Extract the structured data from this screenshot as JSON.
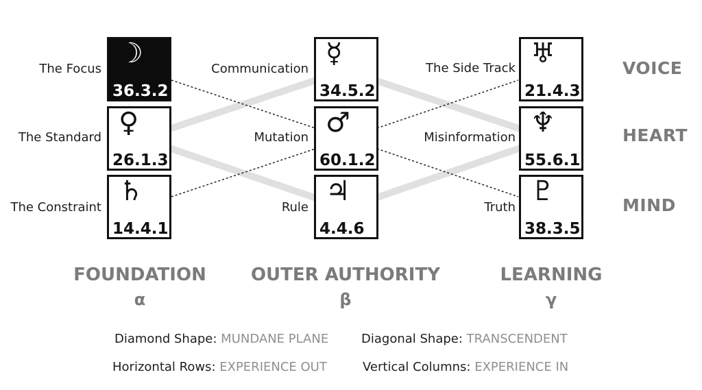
{
  "boxes": [
    {
      "id": "b11",
      "glyph": "☽",
      "number": "36.3.2",
      "label": "The Focus",
      "highlight": true
    },
    {
      "id": "b12",
      "glyph": "♀",
      "number": "26.1.3",
      "label": "The Standard",
      "highlight": false
    },
    {
      "id": "b13",
      "glyph": "♄",
      "number": "14.4.1",
      "label": "The Constraint",
      "highlight": false
    },
    {
      "id": "b21",
      "glyph": "☿",
      "number": "34.5.2",
      "label": "Communication",
      "highlight": false
    },
    {
      "id": "b22",
      "glyph": "♂",
      "number": "60.1.2",
      "label": "Mutation",
      "highlight": false
    },
    {
      "id": "b23",
      "glyph": "♃",
      "number": "4.4.6",
      "label": "Rule",
      "highlight": false
    },
    {
      "id": "b31",
      "glyph": "♅",
      "number": "21.4.3",
      "label": "The Side Track",
      "highlight": false
    },
    {
      "id": "b32",
      "glyph": "♆",
      "number": "55.6.1",
      "label": "Misinformation",
      "highlight": false
    },
    {
      "id": "b33",
      "glyph": "♇",
      "number": "38.3.5",
      "label": "Truth",
      "highlight": false
    }
  ],
  "rows": [
    "VOICE",
    "HEART",
    "MIND"
  ],
  "columns": [
    {
      "title": "FOUNDATION",
      "symbol": "α"
    },
    {
      "title": "OUTER AUTHORITY",
      "symbol": "β"
    },
    {
      "title": "LEARNING",
      "symbol": "γ"
    }
  ],
  "legend": [
    {
      "key": "Diamond Shape:",
      "value": "MUNDANE PLANE"
    },
    {
      "key": "Diagonal Shape:",
      "value": "TRANSCENDENT"
    },
    {
      "key": "Horizontal Rows:",
      "value": "EXPERIENCE OUT"
    },
    {
      "key": "Vertical Columns:",
      "value": "EXPERIENCE IN"
    }
  ],
  "colors": {
    "thick_line": "#e0e0e0",
    "dotted_line": "#222222",
    "box_border": "#111111",
    "highlight_box": "#0c0c0c",
    "heading_gray": "#7b7b7b",
    "legend_value_gray": "#8f8f8f"
  }
}
